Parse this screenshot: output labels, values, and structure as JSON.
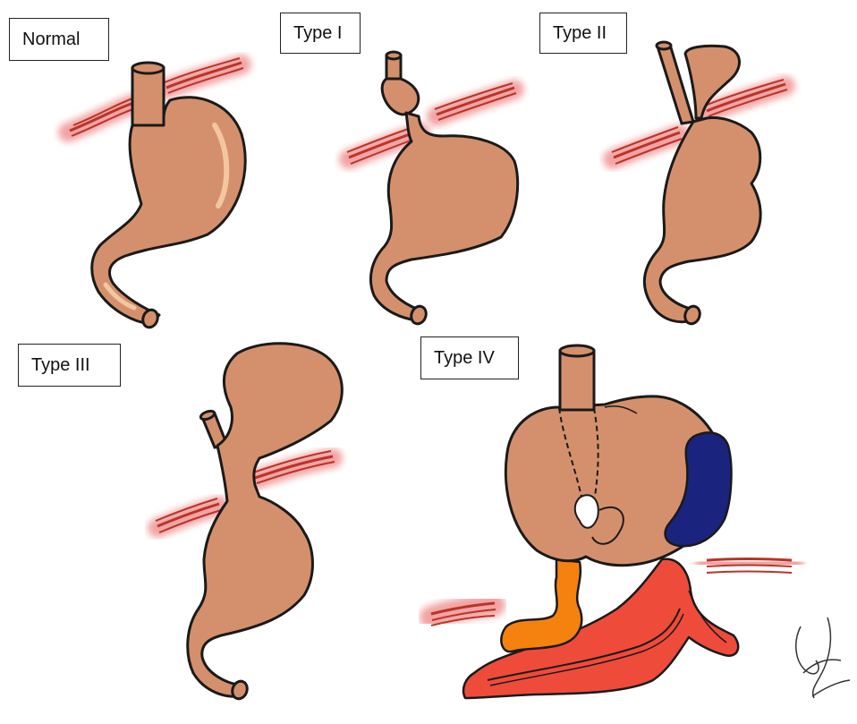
{
  "panels": [
    {
      "key": "normal",
      "label": "Normal"
    },
    {
      "key": "type1",
      "label": "Type I"
    },
    {
      "key": "type2",
      "label": "Type II"
    },
    {
      "key": "type3",
      "label": "Type III"
    },
    {
      "key": "type4",
      "label": "Type IV"
    }
  ],
  "colors": {
    "stomach": "#D4906C",
    "outline": "#1a1a1a",
    "diaphragm": "#C0392B",
    "diaphragm_glow": "#F2A3A3",
    "highlight": "#F2C7A0",
    "spleen": "#1A237E",
    "small_bowel": "#F5820F",
    "colon": "#EF4B3A"
  }
}
